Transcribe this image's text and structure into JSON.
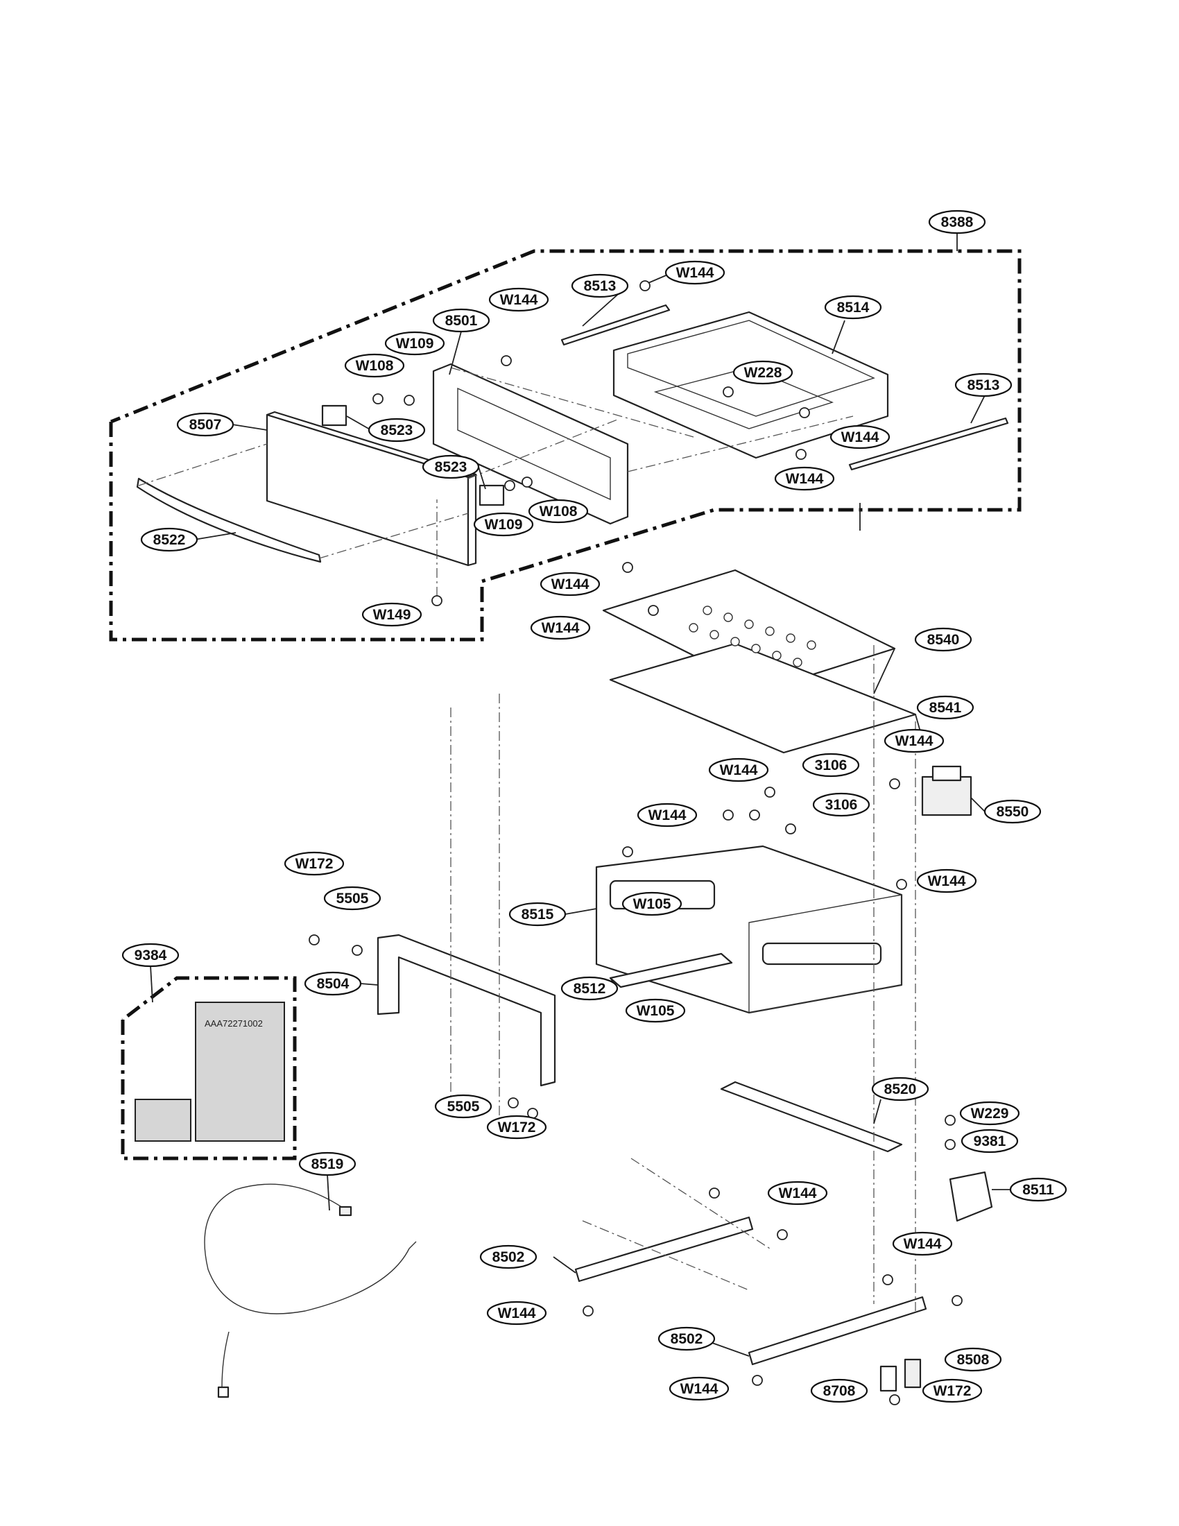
{
  "callouts": {
    "c8388": "8388",
    "c8513a": "8513",
    "c8513b": "8513",
    "c8514": "8514",
    "c8501": "8501",
    "c8507": "8507",
    "c8522": "8522",
    "c8523a": "8523",
    "c8523b": "8523",
    "cW144_top": "W144",
    "cW144_rail": "W144",
    "cW144_drawer_a": "W144",
    "cW144_drawer_b": "W144",
    "cW109a": "W109",
    "cW109b": "W109",
    "cW108a": "W108",
    "cW108b": "W108",
    "cW228": "W228",
    "cW149": "W149",
    "cW144_p1": "W144",
    "cW144_p2": "W144",
    "c8540": "8540",
    "c8541": "8541",
    "cW144_r1": "W144",
    "c3106a": "3106",
    "c3106b": "3106",
    "c8550": "8550",
    "cW144_c1": "W144",
    "cW144_c2": "W144",
    "c8515": "8515",
    "cW105a": "W105",
    "cW105b": "W105",
    "c8512": "8512",
    "cW172a": "W172",
    "c5505a": "5505",
    "c9384": "9384",
    "c8504": "8504",
    "c5505b": "5505",
    "cW172b": "W172",
    "c8520": "8520",
    "cW229": "W229",
    "c9381": "9381",
    "c8511": "8511",
    "c8519": "8519",
    "cW144_b1": "W144",
    "c8502a": "8502",
    "cW144_b2": "W144",
    "cW144_b3": "W144",
    "c8502b": "8502",
    "cW144_b4": "W144",
    "c8708": "8708",
    "c8508": "8508",
    "cW172c": "W172"
  },
  "packet_label": "AAA72271002",
  "icons": {
    "screw": "screw-icon",
    "bracket": "bracket-icon",
    "wire": "wire-harness-icon"
  }
}
